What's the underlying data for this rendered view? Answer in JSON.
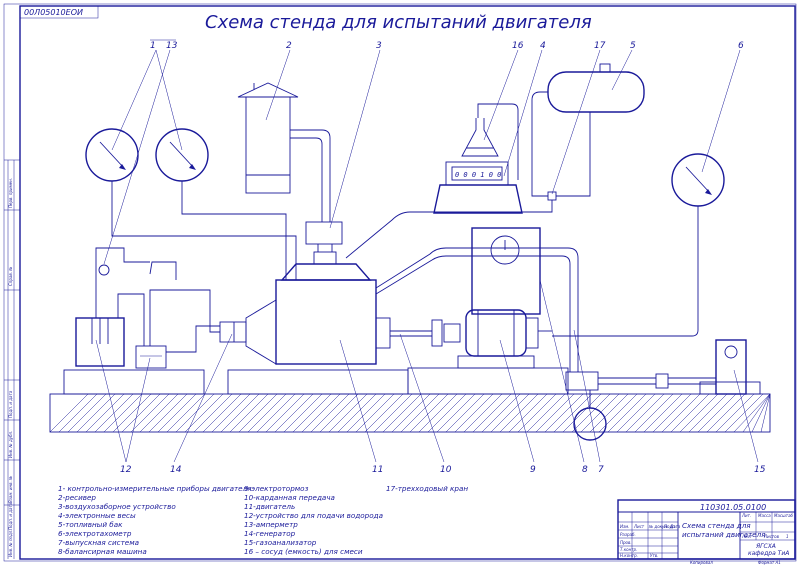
{
  "sheet": {
    "title": "Схема стенда для испытаний двигателя",
    "code_rotated": "00Л05010ЕОИ",
    "side_stamps": [
      "Перв. примен.",
      "Справ. №",
      "Подп. и дата",
      "Инв. № дубл.",
      "Взам. инв. №",
      "Подп. и дата",
      "Инв. № подл."
    ]
  },
  "callouts": {
    "n1": "1",
    "n13": "13",
    "n2": "2",
    "n3": "3",
    "n16": "16",
    "n4": "4",
    "n17": "17",
    "n5": "5",
    "n6": "6",
    "n12": "12",
    "n14": "14",
    "n11": "11",
    "n10": "10",
    "n9": "9",
    "n8": "8",
    "n7": "7",
    "n15": "15"
  },
  "scale_digits": "0 0 0 1 0 0",
  "legend": {
    "col1": [
      "1- контрольно-измерительные приборы двигателя",
      "2-ресивер",
      "3-воздухозаборное устройство",
      "4-электронные весы",
      "5-топливный бак",
      "6-электротахометр",
      "7-выпускная система",
      "8-балансирная машина"
    ],
    "col2": [
      "9-электротормоз",
      "10-карданная передача",
      "11-двигатель",
      "12-устройство для подачи водорода",
      "13-амперметр",
      "14-генератор",
      "15-газоанализатор",
      "16 – сосуд (емкость) для смеси"
    ],
    "col3": [
      "17-трехходовый кран"
    ]
  },
  "title_block": {
    "doc_number": "110301.05.0100",
    "name_line1": "Схема стенда для",
    "name_line2": "испытаний двигателя",
    "org_line1": "ЯГСХА",
    "org_line2": "кафедра ТиА",
    "lit_label": "Лит.",
    "mass_label": "Масса",
    "scale_label": "Масштаб",
    "sheet_label": "Лист",
    "sheets_label": "Листов",
    "sheets_value": "1",
    "copied": "Копировал",
    "format": "Формат А1",
    "rows": [
      "Изм.",
      "Лист",
      "№ докум.",
      "Подп.",
      "Дата",
      "Разраб.",
      "Пров.",
      "Т.контр.",
      "Н.контр.",
      "Утв."
    ]
  }
}
